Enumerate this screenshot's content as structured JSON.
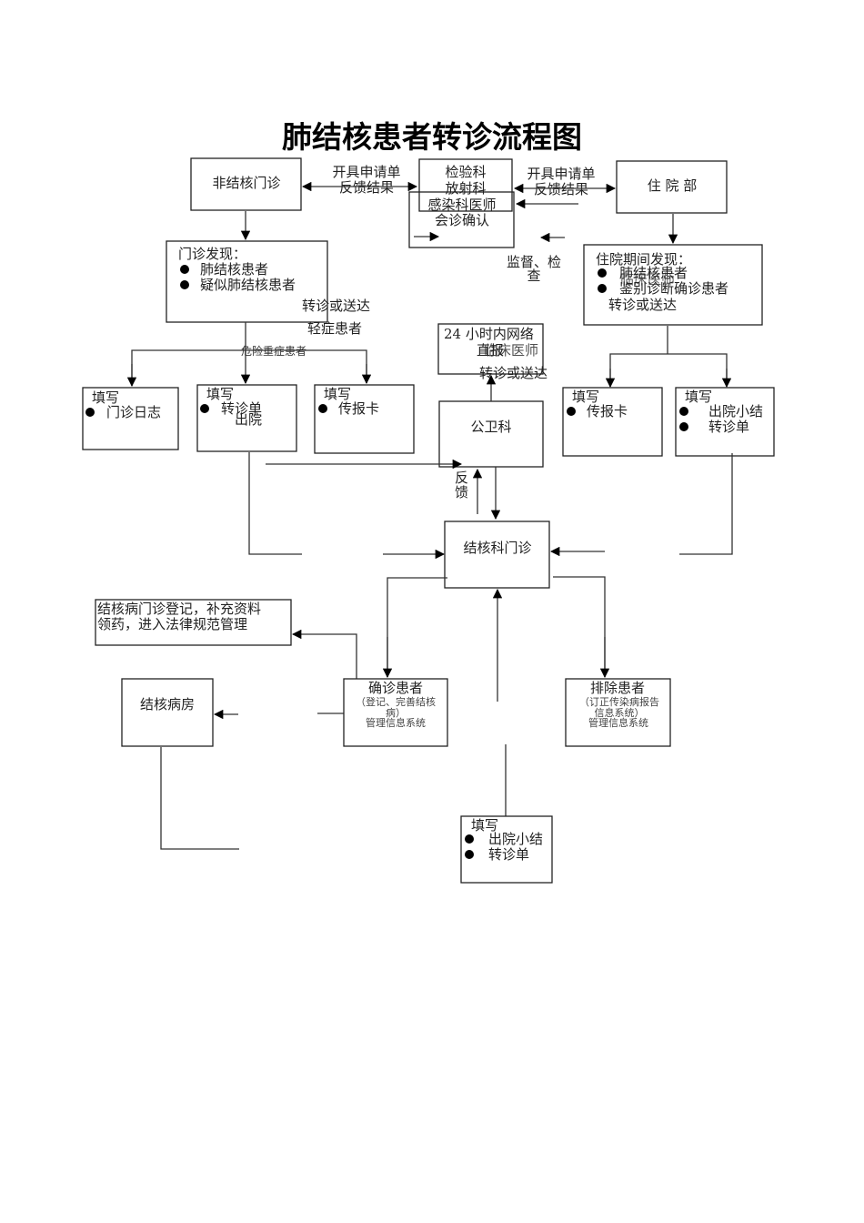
{
  "title": "肺结核患者转诊流程图",
  "nodes": {
    "non_tb_clinic": "非结核门诊",
    "lab": [
      "检验科",
      "放射科"
    ],
    "infection_doctor": [
      "感染科医师",
      "会诊确认"
    ],
    "inpatient": "住 院 部",
    "outpatient_findings": {
      "heading": "门诊发现：",
      "items": [
        "肺结核患者",
        "疑似肺结核患者"
      ]
    },
    "inpatient_findings": {
      "heading": "住院期间发现：",
      "items": [
        "肺结核患者",
        "鉴别诊断确诊患者"
      ],
      "overlay": "临床医师",
      "footer": "转诊或送达"
    },
    "fill_log": {
      "heading": "填写",
      "items": [
        "门诊日志"
      ]
    },
    "fill_referral": {
      "heading": "填写",
      "items": [
        "转诊单"
      ],
      "overlay": "出院"
    },
    "fill_report_left": {
      "heading": "填写",
      "items": [
        "传报卡"
      ]
    },
    "report_24h": {
      "line1": "24 小时内网络",
      "line2": "直报",
      "overlay": "临床医师"
    },
    "public_health": "公卫科",
    "fill_report_right": {
      "heading": "填写",
      "items": [
        "传报卡"
      ]
    },
    "fill_discharge_right": {
      "heading": "填写",
      "items": [
        "出院小结",
        "转诊单"
      ]
    },
    "tb_clinic": "结核科门诊",
    "tb_registration": [
      "结核病门诊登记，补充资料",
      "领药，进入法律规范管理"
    ],
    "tb_ward": "结核病房",
    "confirmed": {
      "heading": "确诊患者",
      "sub": [
        "（登记、完善结核",
        "病）",
        "管理信息系统"
      ]
    },
    "excluded": {
      "heading": "排除患者",
      "sub": [
        "（订正传染病报告",
        "信息系统）",
        "管理信息系统"
      ]
    },
    "fill_discharge_bottom": {
      "heading": "填写",
      "items": [
        "出院小结",
        "转诊单"
      ]
    }
  },
  "labels": {
    "apply_left": "开具申请单",
    "feedback_left": "反馈结果",
    "apply_right": "开具申请单",
    "feedback_right": "反馈结果",
    "supervise": [
      "监督、检",
      "查"
    ],
    "refer_or_send": "转诊或送达",
    "mild": "轻症患者",
    "severe": "危险重症患者",
    "refer_or_send_2": "转诊或送达",
    "feedback": [
      "反",
      "馈"
    ]
  }
}
